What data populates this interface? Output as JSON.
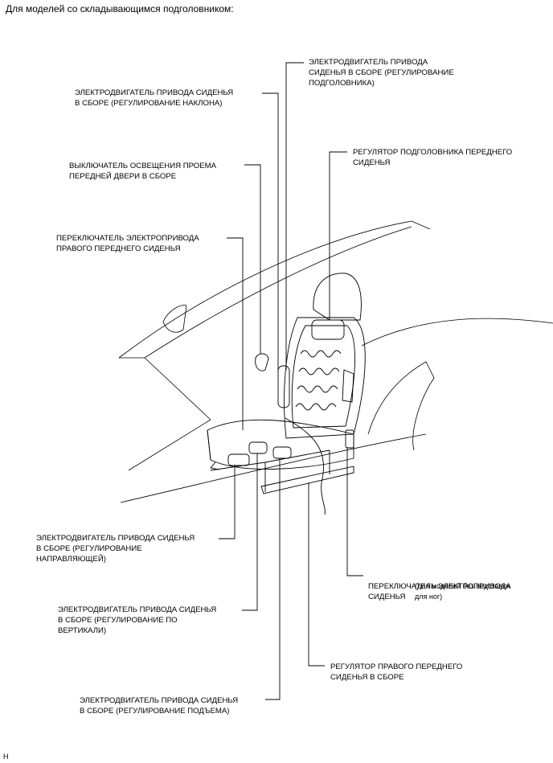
{
  "heading": "Для моделей со складывающимся подголовником:",
  "corner_code": "H",
  "labels": {
    "headrest_motor": "ЭЛЕКТРОДВИГАТЕЛЬ ПРИВОДА\nСИДЕНЬЯ В СБОРЕ (РЕГУЛИРОВАНИЕ\nПОДГОЛОВНИКА)",
    "recline_motor": "ЭЛЕКТРОДВИГАТЕЛЬ ПРИВОДА СИДЕНЬЯ\nВ СБОРЕ (РЕГУЛИРОВАНИЕ НАКЛОНА)",
    "headrest_regulator": "РЕГУЛЯТОР ПОДГОЛОВНИКА ПЕРЕДНЕГО\nСИДЕНЬЯ",
    "door_courtesy_switch": "ВЫКЛЮЧАТЕЛЬ ОСВЕЩЕНИЯ ПРОЕМА\nПЕРЕДНЕЙ ДВЕРИ В СБОРЕ",
    "right_seat_switch": "ПЕРЕКЛЮЧАТЕЛЬ ЭЛЕКТРОПРИВОДА\nПРАВОГО ПЕРЕДНЕГО СИДЕНЬЯ",
    "slide_motor": "ЭЛЕКТРОДВИГАТЕЛЬ ПРИВОДА СИДЕНЬЯ\nВ СБОРЕ (РЕГУЛИРОВАНИЕ\nНАПРАВЛЯЮЩЕЙ)",
    "seat_switch_main": "ПЕРЕКЛЮЧАТЕЛЬ ЭЛЕКТРОПРИВОДА\nСИДЕНЬЯ",
    "seat_switch_note": "(для моделей без подставки\nдля ног)",
    "vertical_motor": "ЭЛЕКТРОДВИГАТЕЛЬ ПРИВОДА СИДЕНЬЯ\nВ СБОРЕ (РЕГУЛИРОВАНИЕ ПО\nВЕРТИКАЛИ)",
    "right_seat_regulator": "РЕГУЛЯТОР ПРАВОГО ПЕРЕДНЕГО\nСИДЕНЬЯ В СБОРЕ",
    "lifter_motor": "ЭЛЕКТРОДВИГАТЕЛЬ ПРИВОДА СИДЕНЬЯ\nВ СБОРЕ (РЕГУЛИРОВАНИЕ ПОДЪЕМА)"
  }
}
